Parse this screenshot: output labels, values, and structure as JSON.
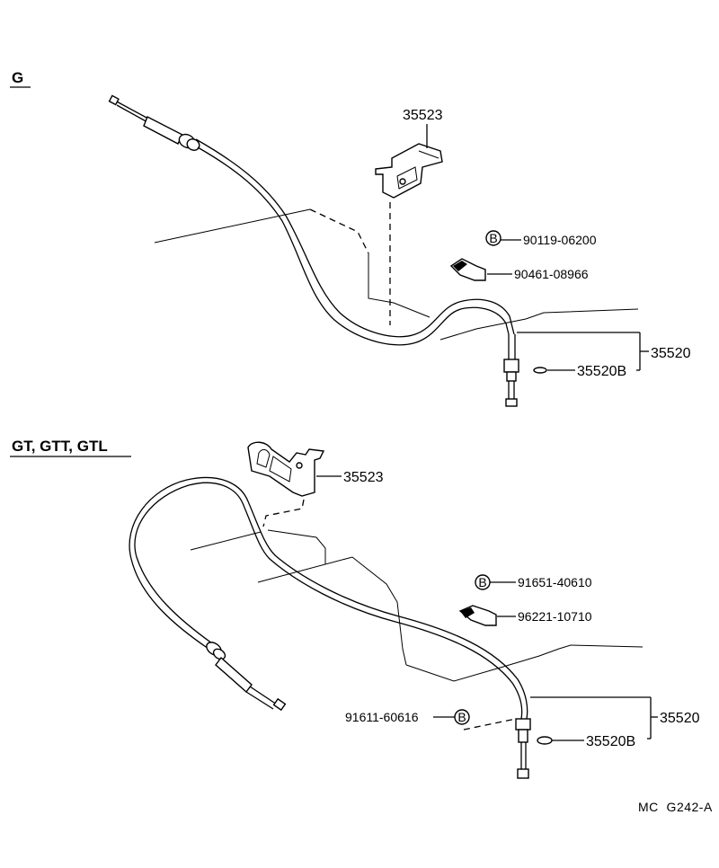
{
  "section_g": {
    "header": "G",
    "bracket_label": "35523",
    "bolt_label": "90119-06200",
    "bolt_marker": "B",
    "clip_label": "90461-08966",
    "cable_label": "35520",
    "grommet_label": "35520B"
  },
  "section_gt": {
    "header": "GT, GTT, GTL",
    "bracket_label": "35523",
    "bolt_label": "91651-40610",
    "bolt_marker": "B",
    "clip_label": "96221-10710",
    "cable_label": "35520",
    "grommet_label": "35520B",
    "screw_label": "91611-60616",
    "screw_marker": "B"
  },
  "footer": {
    "reference": "MC  G242-A"
  }
}
